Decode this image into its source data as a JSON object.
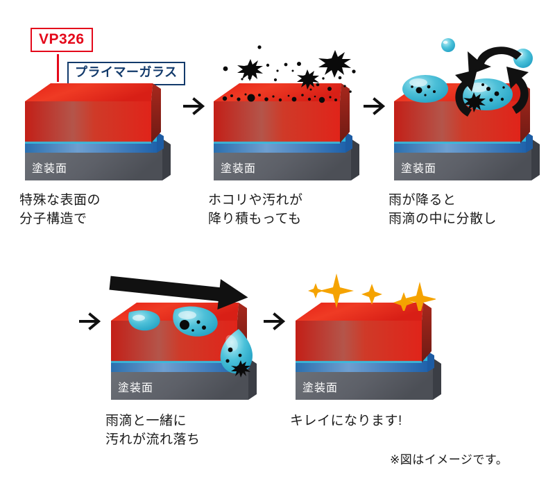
{
  "diagram": {
    "note": "※図はイメージです。",
    "surface_label": "塗装面",
    "callouts": {
      "product": "VP326",
      "primer": "プライマーガラス"
    },
    "colors": {
      "product_accent": "#e4081a",
      "primer_accent": "#123a6b",
      "top_red": "#e8201a",
      "front_red": "#c0241c",
      "primer_blue": "#2e86c8",
      "primer_cyan": "#1fa8cf",
      "base_gray": "#6b6f76",
      "droplet_cyan": "#3fbcd4",
      "dirt_black": "#0a0a0a",
      "sparkle_orange": "#f5a300",
      "arrow_black": "#111111",
      "text": "#1a1a1a"
    },
    "steps": [
      {
        "id": "step-1",
        "caption": "特殊な表面の\n分子構造で",
        "icon": "layered-coating-block"
      },
      {
        "id": "step-2",
        "caption": "ホコリや汚れが\n降り積もっても",
        "icon": "dirt-particles-falling"
      },
      {
        "id": "step-3",
        "caption": "雨が降ると\n雨滴の中に分散し",
        "icon": "raindrops-dispersing-dirt"
      },
      {
        "id": "step-4",
        "caption": "雨滴と一緒に\n汚れが流れ落ち",
        "icon": "droplets-rolling-off"
      },
      {
        "id": "step-5",
        "caption": "キレイになります!",
        "icon": "clean-sparkling-surface"
      }
    ]
  }
}
